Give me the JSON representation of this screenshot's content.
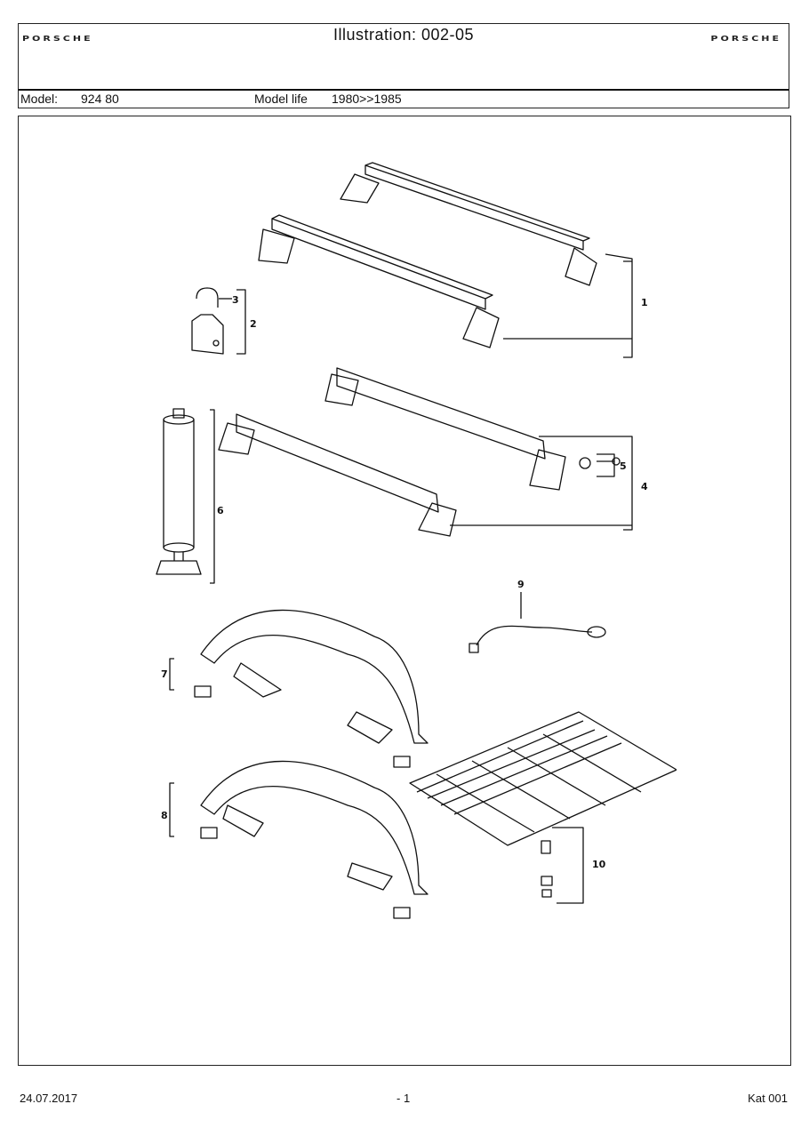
{
  "header": {
    "brand_left": "PORSCHE",
    "brand_right": "PORSCHE",
    "title": "Illustration: 002-05"
  },
  "model_bar": {
    "model_label": "Model:",
    "model_value": "924 80",
    "life_label": "Model life",
    "life_value": "1980>>1985"
  },
  "callouts": [
    "1",
    "2",
    "3",
    "4",
    "5",
    "6",
    "7",
    "8",
    "9",
    "10"
  ],
  "footer": {
    "date": "24.07.2017",
    "page": "- 1",
    "catalog": "Kat 001"
  }
}
